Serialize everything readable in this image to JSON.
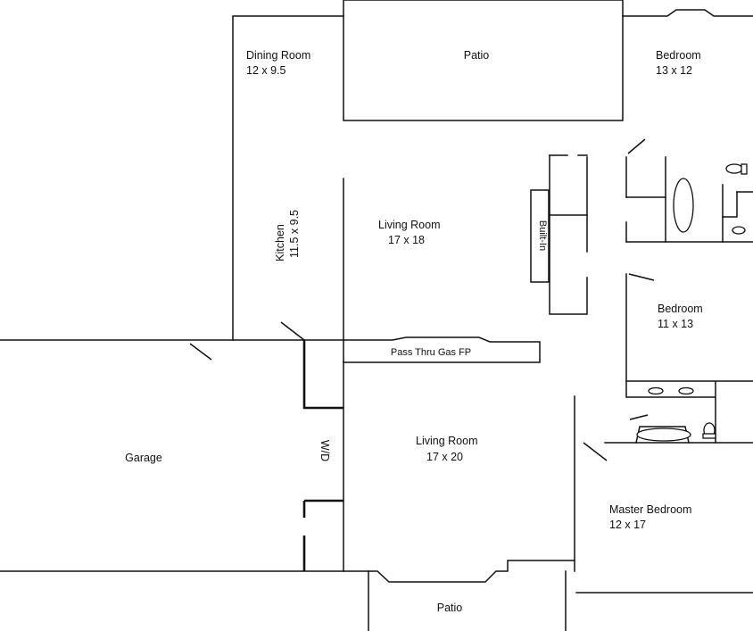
{
  "rooms": {
    "dining": {
      "name": "Dining Room",
      "size": "12 x 9.5"
    },
    "patio_top": {
      "name": "Patio"
    },
    "bedroom_top": {
      "name": "Bedroom",
      "size": "13 x 12"
    },
    "kitchen": {
      "name": "Kitchen",
      "size": "11.5  x  9.5"
    },
    "living_upper": {
      "name": "Living Room",
      "size": "17 x 18"
    },
    "builtin": {
      "name": "Built-In"
    },
    "bedroom_mid": {
      "name": "Bedroom",
      "size": "11 x 13"
    },
    "fireplace": {
      "name": "Pass Thru Gas FP"
    },
    "garage": {
      "name": "Garage"
    },
    "wd": {
      "name": "W/D"
    },
    "living_lower": {
      "name": "Living Room",
      "size": "17 x 20"
    },
    "master": {
      "name": "Master Bedroom",
      "size": "12 x 17"
    },
    "patio_bottom": {
      "name": "Patio"
    }
  }
}
